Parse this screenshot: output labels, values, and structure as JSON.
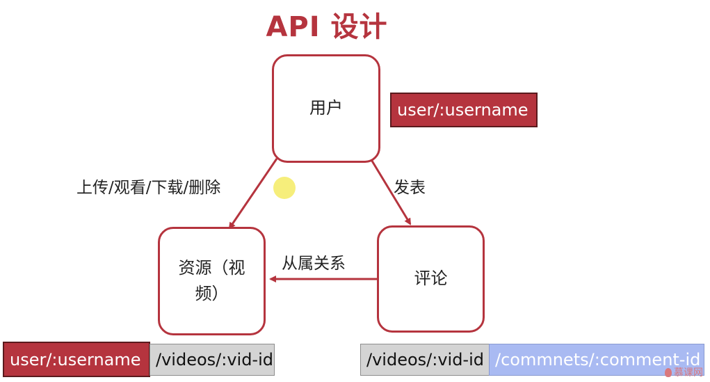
{
  "title": "API 设计",
  "nodes": {
    "user": "用户",
    "resource": "资源（视频）",
    "comment": "评论"
  },
  "edges": {
    "user_to_resource": "上传/观看/下载/删除",
    "user_to_comment": "发表",
    "comment_to_resource": "从属关系"
  },
  "routes": {
    "user": "user/:username",
    "resource_user": "user/:username",
    "resource_videos": "/videos/:vid-id",
    "comment_videos": "/videos/:vid-id",
    "comment_comments": "/commnets/:comment-id"
  },
  "watermark": "慕课网",
  "colors": {
    "accent": "#b5343e",
    "route_gray": "#d4d4d4",
    "route_blue": "#a9baf2",
    "cursor_highlight": "#f4ea5a"
  }
}
